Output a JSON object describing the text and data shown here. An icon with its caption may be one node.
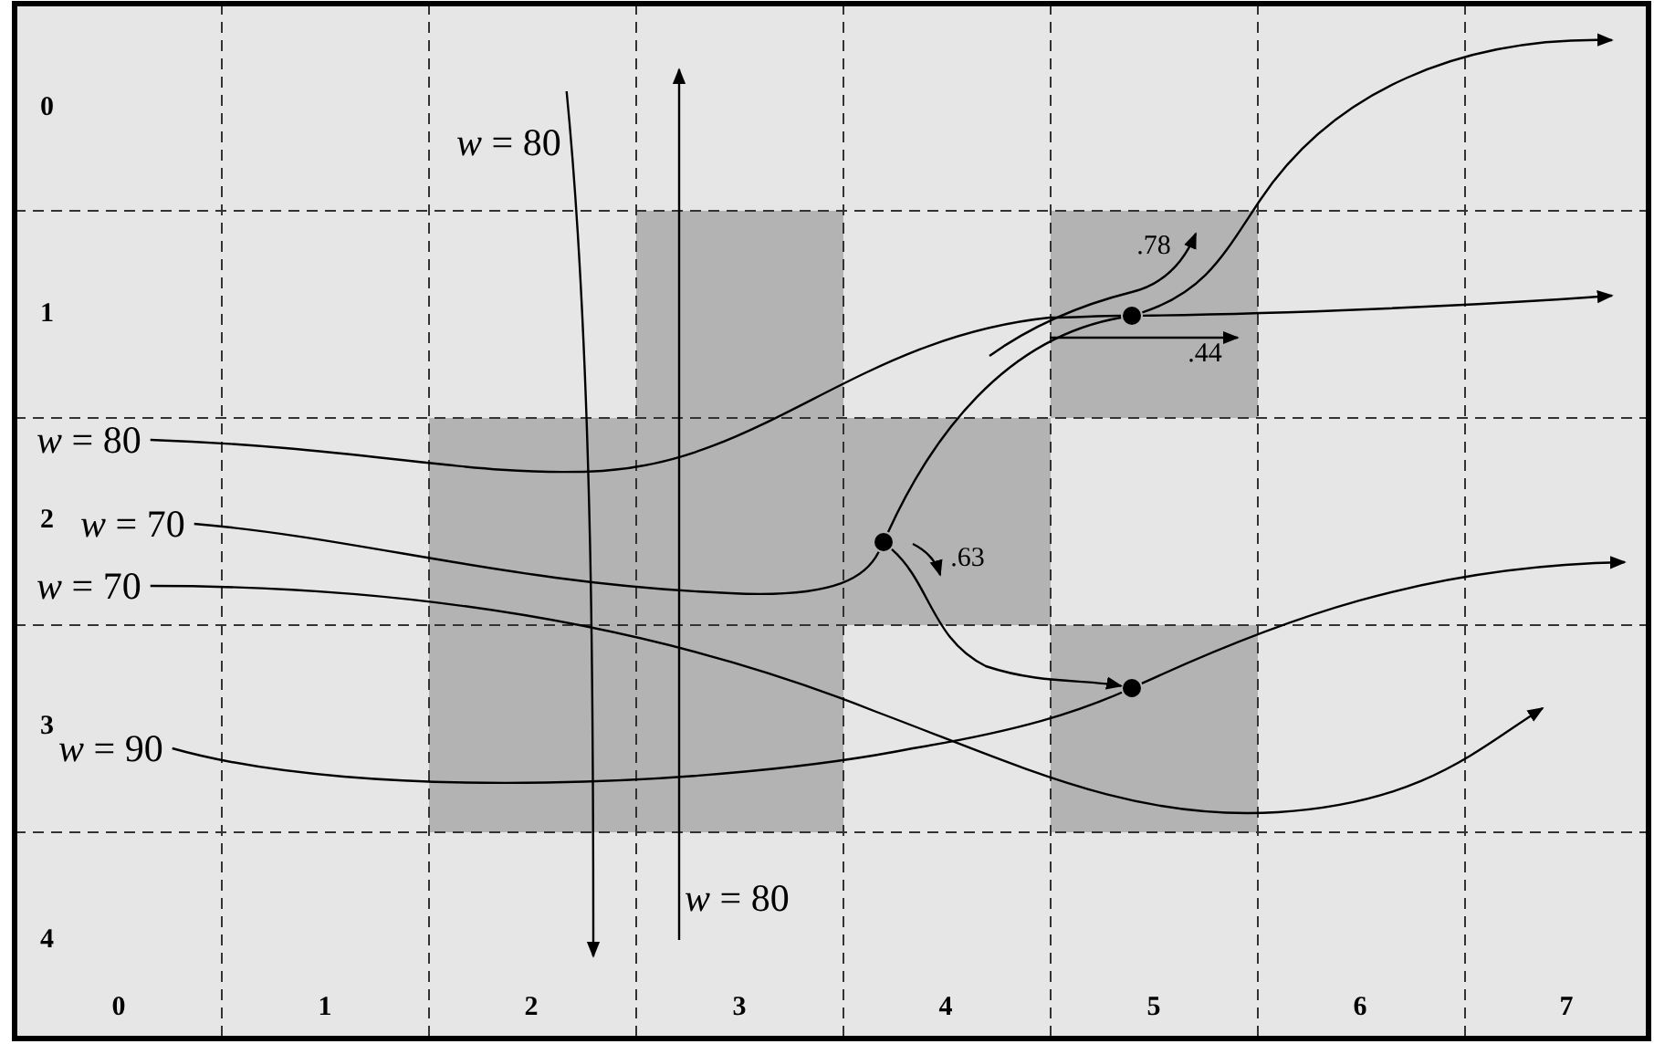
{
  "diagram": {
    "nodes": [
      {
        "text": [
          "*w* = 80"
        ]
      },
      {
        "text": [],
        "shape": "circle"
      },
      {
        "text": [
          "*w* = 80"
        ]
      },
      {
        "text": [
          "*w* = 70"
        ]
      },
      {
        "text": [],
        "shape": "circle"
      },
      {
        "text": [
          "*w* = 70"
        ]
      },
      {
        "text": [],
        "shape": "circle"
      },
      {
        "text": [
          "*w* = 90"
        ]
      },
      {
        "text": [
          "*w* = 80"
        ]
      }
    ],
    "edges": [
      {
        "from": 2,
        "to": 1,
        "arrow": "none"
      },
      {
        "from": 1,
        "to": null,
        "arrow": "to"
      },
      {
        "from": 3,
        "to": 4,
        "arrow": "none"
      },
      {
        "from": 4,
        "to": 1,
        "arrow": "none"
      },
      {
        "from": 1,
        "to": null,
        "arrow": "to"
      },
      {
        "from": 4,
        "to": 6,
        "arrow": "to"
      },
      {
        "from": 5,
        "to": null,
        "arrow": "to"
      },
      {
        "from": 7,
        "to": 6,
        "arrow": "none"
      },
      {
        "from": 6,
        "to": null,
        "arrow": "to"
      },
      {
        "from": 0,
        "to": null,
        "arrow": "to"
      },
      {
        "from": 8,
        "to": null,
        "arrow": "to"
      }
    ],
    "labels": [
      "0",
      "1",
      ".78",
      ".44",
      "2",
      ".63",
      "3",
      "4",
      "0",
      "1",
      "2",
      "3",
      "4",
      "5",
      "6",
      "7"
    ]
  }
}
